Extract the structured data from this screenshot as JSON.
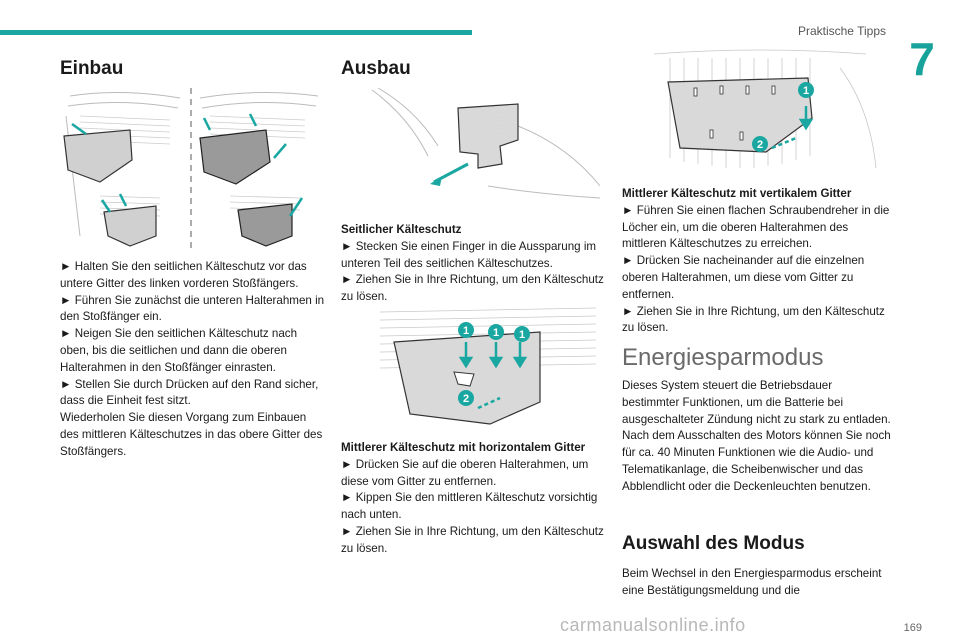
{
  "header": {
    "section_label": "Praktische Tipps",
    "chapter_number": "7",
    "page_number": "169"
  },
  "col1": {
    "heading": "Einbau",
    "text": "► Halten Sie den seitlichen Kälteschutz vor das untere Gitter des linken vorderen Stoßfängers.\n► Führen Sie zunächst die unteren Halterahmen in den Stoßfänger ein.\n► Neigen Sie den seitlichen Kälteschutz nach oben, bis die seitlichen und dann die oberen Halterahmen in den Stoßfänger einrasten.\n► Stellen Sie durch Drücken auf den Rand sicher, dass die Einheit fest sitzt.\nWiederholen Sie diesen Vorgang zum Einbauen des mittleren Kälteschutzes in das obere Gitter des Stoßfängers."
  },
  "col2": {
    "heading": "Ausbau",
    "side_title": "Seitlicher Kälteschutz",
    "side_text": "► Stecken Sie einen Finger in die Aussparung im unteren Teil des seitlichen Kälteschutzes.\n► Ziehen Sie in Ihre Richtung, um den Kälteschutz zu lösen.",
    "mid_h_title": "Mittlerer Kälteschutz mit horizontalem Gitter",
    "mid_h_text": "► Drücken Sie auf die oberen Halterahmen, um diese vom Gitter zu entfernen.\n► Kippen Sie den mittleren Kälteschutz vorsichtig nach unten.\n► Ziehen Sie in Ihre Richtung, um den Kälteschutz zu lösen."
  },
  "col3": {
    "mid_v_title": "Mittlerer Kälteschutz mit vertikalem Gitter",
    "mid_v_text": "► Führen Sie einen flachen Schraubendreher in die Löcher ein, um die oberen Halterahmen des mittleren Kälteschutzes zu erreichen.\n► Drücken Sie nacheinander auf die einzelnen oberen Halterahmen, um diese vom Gitter zu entfernen.\n► Ziehen Sie in Ihre Richtung, um den Kälteschutz zu lösen.",
    "energy_heading": "Energiesparmodus",
    "energy_text": "Dieses System steuert die Betriebsdauer bestimmter Funktionen, um die Batterie bei ausgeschalteter Zündung nicht zu stark zu entladen.\nNach dem Ausschalten des Motors können Sie noch für ca. 40 Minuten Funktionen wie die Audio- und Telematikanlage, die Scheibenwischer und das Abblendlicht oder die Deckenleuchten benutzen.",
    "mode_heading": "Auswahl des Modus",
    "mode_text": "Beim Wechsel in den Energiesparmodus erscheint eine Bestätigungsmeldung und die"
  },
  "badges": [
    "1",
    "2"
  ],
  "watermark": "carmanualsonline.info",
  "colors": {
    "accent": "#1aa7a1",
    "badge": "#1aa7a1"
  }
}
